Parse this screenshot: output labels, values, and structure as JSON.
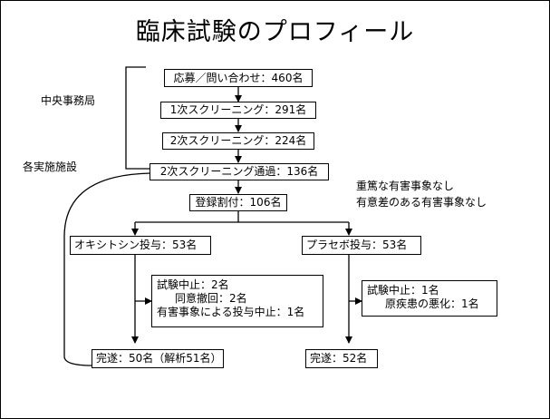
{
  "title": "臨床試験のプロフィール",
  "side_labels": {
    "central_office": "中央事務局",
    "each_site": "各実施施設"
  },
  "flow": {
    "applicants": "応募／問い合わせ：460名",
    "screening1": "1次スクリーニング：291名",
    "screening2": "2次スクリーニング：224名",
    "screening2_passed": "2次スクリーニング通過：136名",
    "enrolled": "登録割付：106名"
  },
  "note": {
    "line1": "重篤な有害事象なし",
    "line2": "有意差のある有害事象なし"
  },
  "oxytocin": {
    "arm": "オキシトシン投与：53名",
    "dropout_line1": "試験中止：2名",
    "dropout_line2": "同意撤回：2名",
    "dropout_line3": "有害事象による投与中止：1名",
    "completed": "完遂：50名（解析51名）"
  },
  "placebo": {
    "arm": "プラセボ投与：53名",
    "dropout_line1": "試験中止：1名",
    "dropout_line2": "原疾患の悪化：1名",
    "completed": "完遂：52名"
  }
}
